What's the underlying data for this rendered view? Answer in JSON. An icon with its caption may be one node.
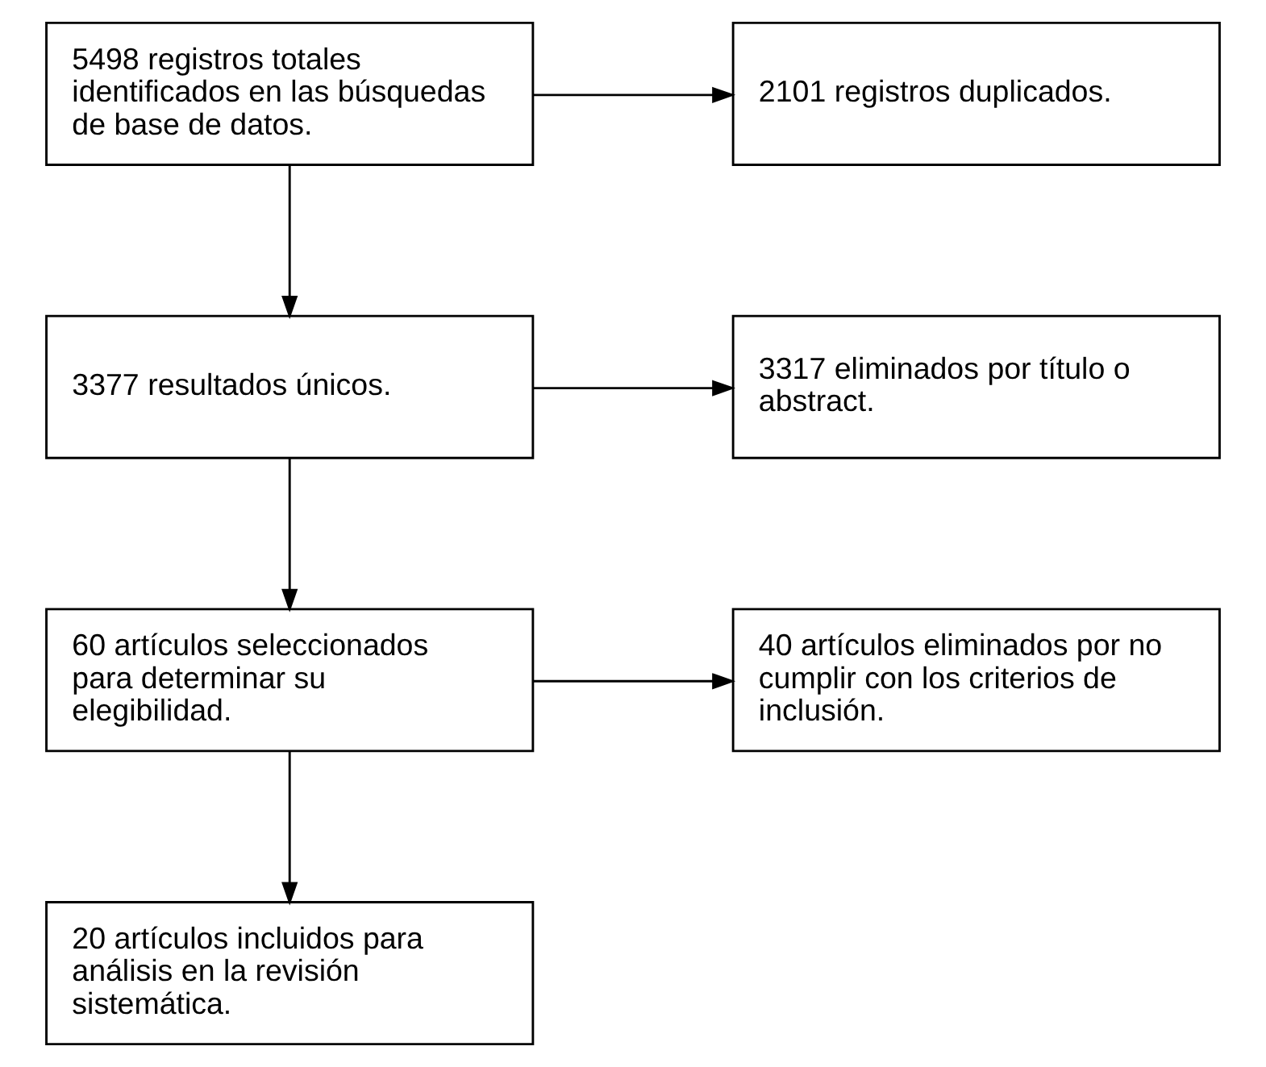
{
  "diagram": {
    "nodes": [
      {
        "text": [
          "5498 registros totales identificados en las búsquedas de base de datos."
        ]
      },
      {
        "text": [
          "2101 registros duplicados."
        ]
      },
      {
        "text": [
          "3377 resultados únicos."
        ]
      },
      {
        "text": [
          "3317 eliminados por título o abstract."
        ]
      },
      {
        "text": [
          "60 artículos seleccionados para determinar su elegibilidad."
        ]
      },
      {
        "text": [
          "40 artículos eliminados por no cumplir con los criterios de inclusión."
        ]
      },
      {
        "text": [
          "20 artículos incluidos para análisis en la revisión sistemática."
        ]
      }
    ],
    "edges": [
      {
        "from": 0,
        "to": 1,
        "arrow": "to"
      },
      {
        "from": 0,
        "to": 2,
        "arrow": "to"
      },
      {
        "from": 2,
        "to": 3,
        "arrow": "to"
      },
      {
        "from": 2,
        "to": 4,
        "arrow": "to"
      },
      {
        "from": 4,
        "to": 5,
        "arrow": "to"
      },
      {
        "from": 4,
        "to": 6,
        "arrow": "to"
      }
    ]
  }
}
